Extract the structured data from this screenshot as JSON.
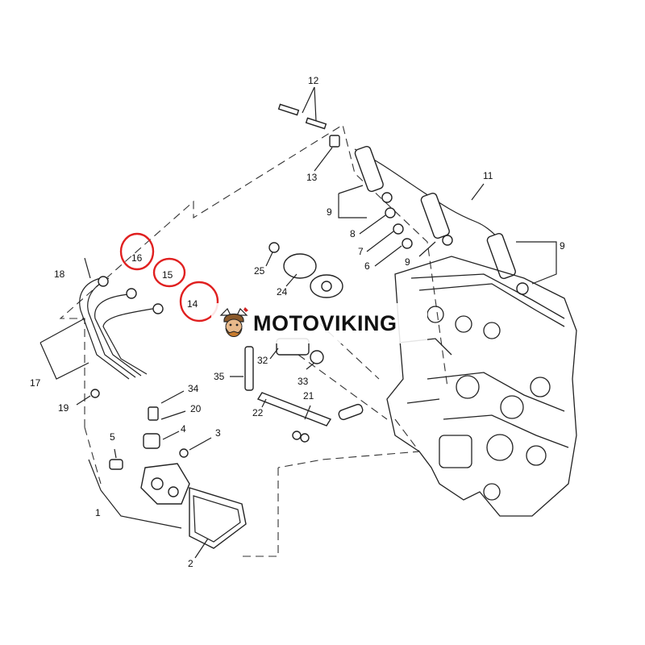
{
  "brand": {
    "name": "MOTOVIKING",
    "logo_icon": "viking-head-logo-icon"
  },
  "part_numbers": {
    "p1": "1",
    "p2": "2",
    "p3": "3",
    "p4": "4",
    "p5": "5",
    "p6": "6",
    "p7": "7",
    "p8": "8",
    "p9": "9",
    "p11": "11",
    "p12": "12",
    "p13": "13",
    "p14": "14",
    "p15": "15",
    "p16": "16",
    "p17": "17",
    "p18": "18",
    "p19": "19",
    "p20": "20",
    "p21": "21",
    "p22": "22",
    "p24": "24",
    "p25": "25",
    "p32": "32",
    "p33": "33",
    "p34": "34",
    "p35": "35"
  },
  "highlighted_parts": [
    "14",
    "15",
    "16"
  ],
  "colors": {
    "highlight": "#e02020",
    "line": "#222222",
    "background": "#ffffff",
    "brand_text": "#111111"
  }
}
